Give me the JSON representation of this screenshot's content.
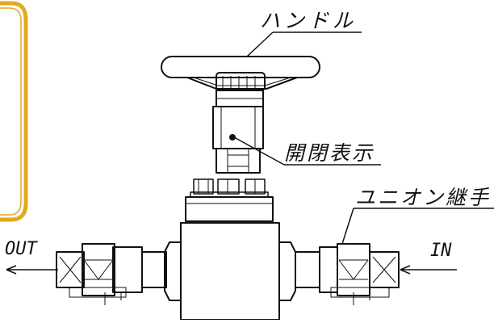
{
  "labels": {
    "handle": "ハンドル",
    "open_close_indicator": "開閉表示",
    "union_joint": "ユニオン継手",
    "outlet": "OUT",
    "inlet": "IN"
  },
  "colors": {
    "line": "#111111",
    "frame_accent": "#e3a81f",
    "background": "#ffffff"
  }
}
